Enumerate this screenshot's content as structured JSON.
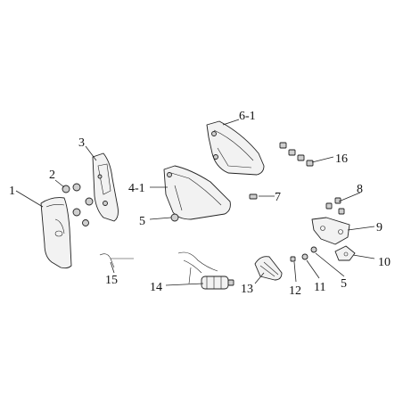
{
  "callouts": {
    "c1": "1",
    "c2": "2",
    "c3": "3",
    "c4_1": "4-1",
    "c5a": "5",
    "c6_1": "6-1",
    "c7": "7",
    "c8": "8",
    "c9": "9",
    "c10": "10",
    "c5b": "5",
    "c11": "11",
    "c12": "12",
    "c13": "13",
    "c14": "14",
    "c15": "15",
    "c16": "16"
  }
}
